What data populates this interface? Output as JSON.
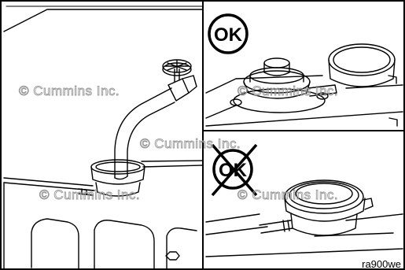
{
  "panels": {
    "ok_badge": "OK",
    "not_ok_badge": "OK"
  },
  "watermarks": [
    "© Cummins Inc.",
    "© Cummins Inc.",
    "© Cummins Inc.",
    "© Cummins Inc.",
    "© Cummins Inc."
  ],
  "figure_id": "ra900we"
}
